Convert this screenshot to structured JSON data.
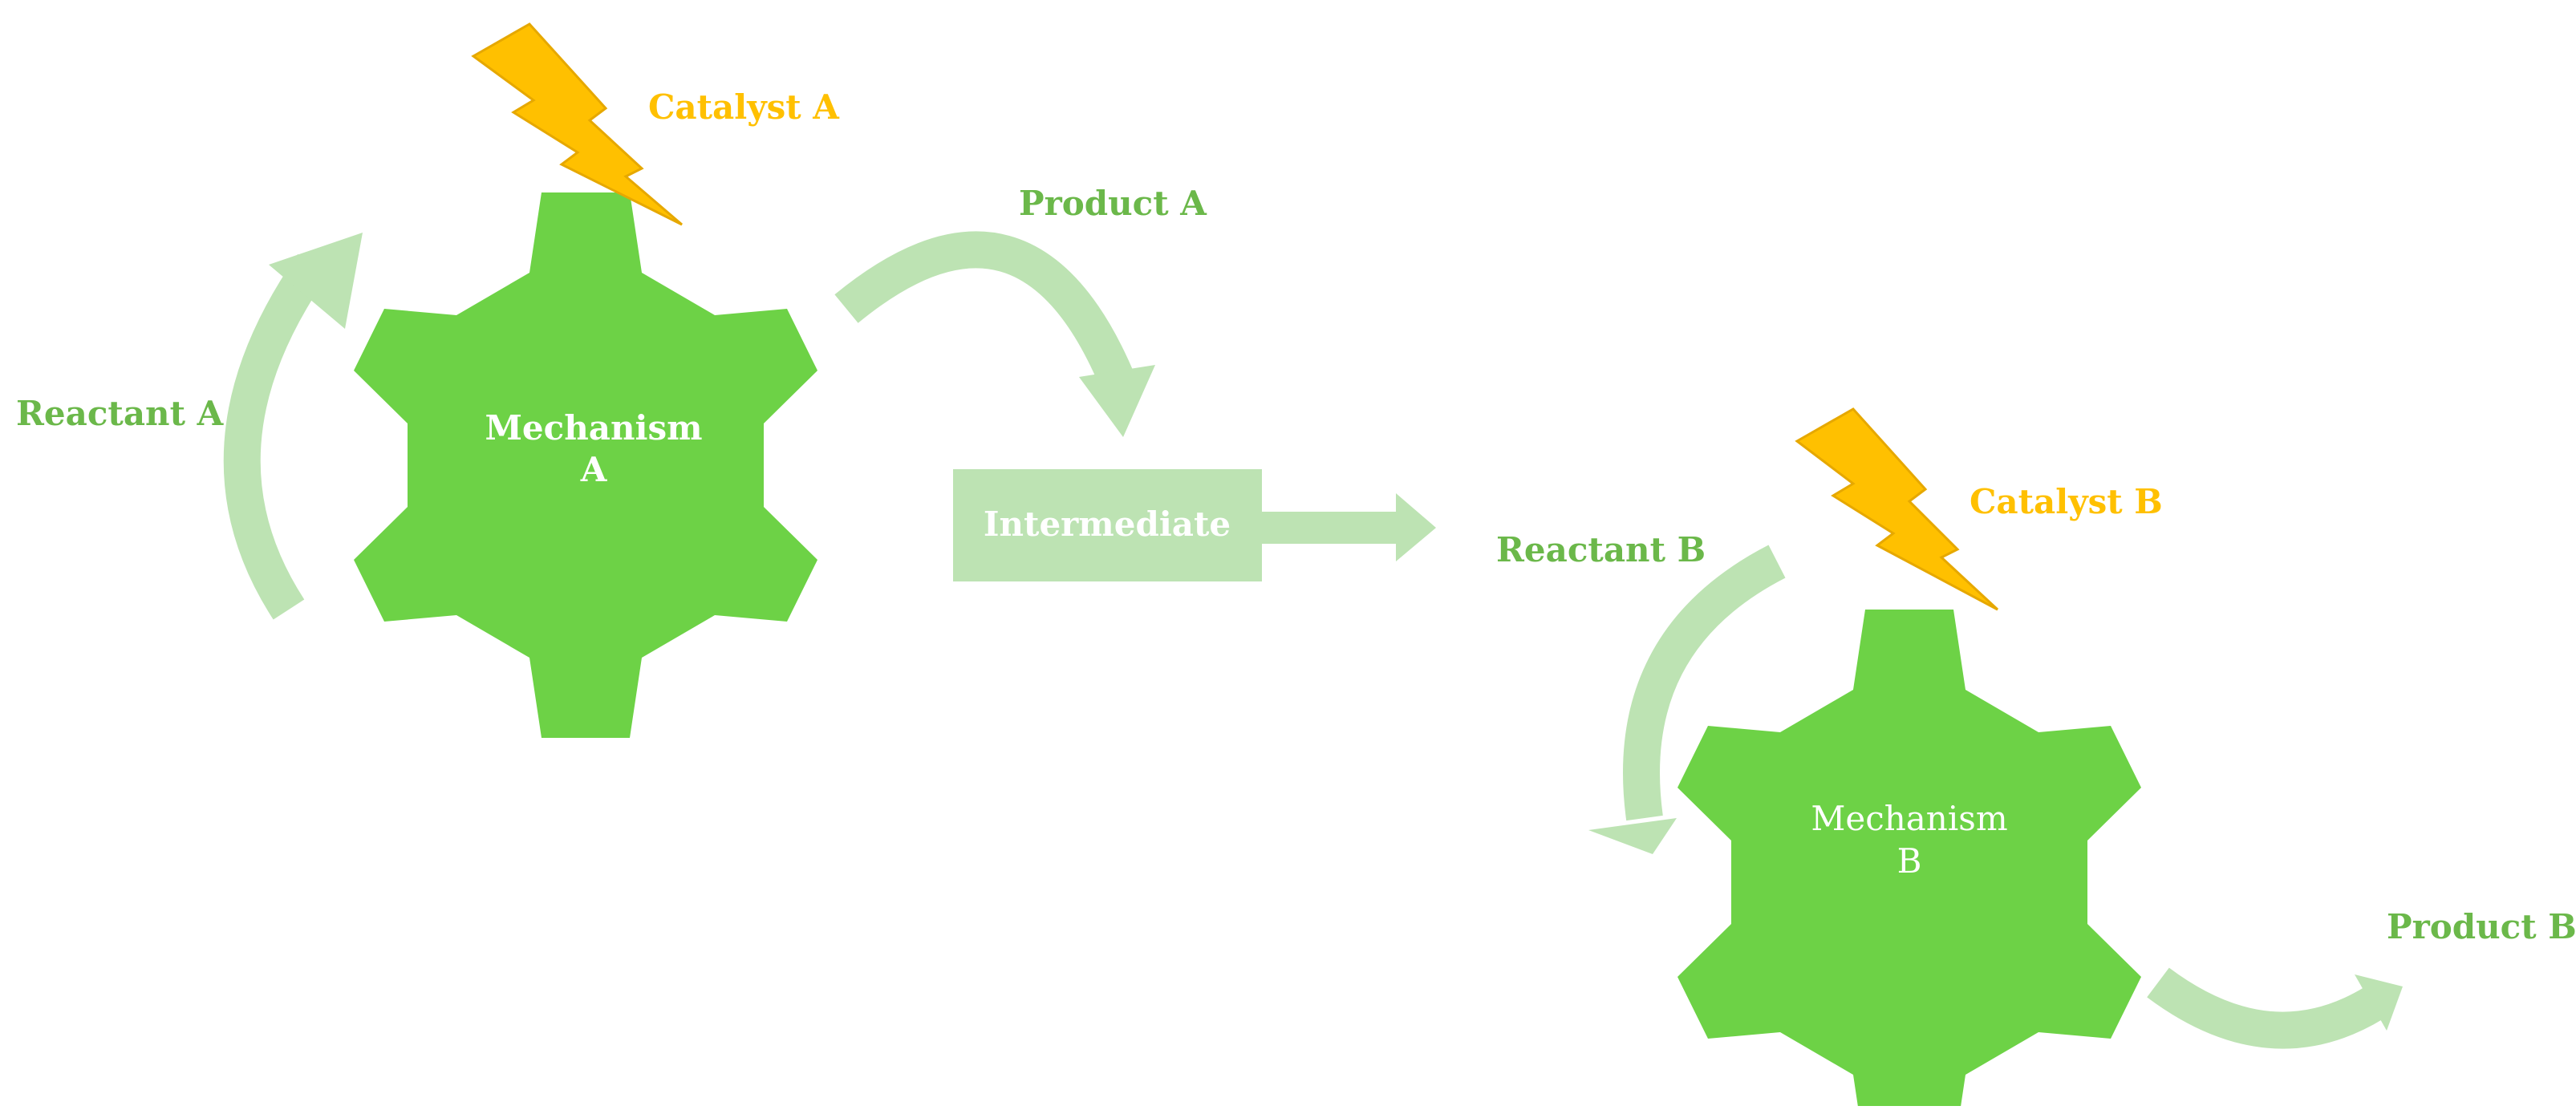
{
  "labels": {
    "catalyst_a": "Catalyst A",
    "catalyst_b": "Catalyst B",
    "product_a": "Product A",
    "product_b": "Product B",
    "reactant_a": "Reactant A",
    "reactant_b": "Reactant B",
    "intermediate": "Intermediate",
    "mechanism_a_line1": "Mechanism",
    "mechanism_a_line2": "A",
    "mechanism_b_line1": "Mechanism",
    "mechanism_b_line2": "B"
  },
  "colors": {
    "gear": "#6dd246",
    "arrow": "#bde3b3",
    "bolt": "#ffc000",
    "bolt_edge": "#e6a800",
    "label_green": "#6bb84a",
    "label_gold": "#ffc000"
  }
}
